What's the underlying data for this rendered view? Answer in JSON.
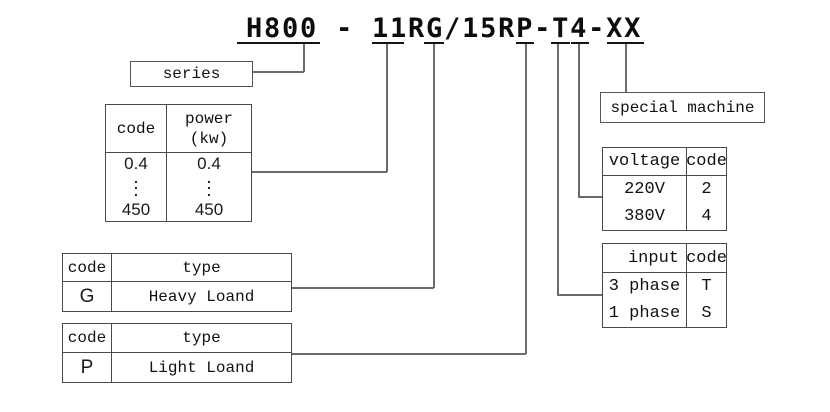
{
  "title": "H800 - 11RG/15RP-T4-XX",
  "series_box": {
    "label": "series"
  },
  "special_machine_box": {
    "label": "special machine"
  },
  "power_table": {
    "header_code": "code",
    "header_power_line1": "power",
    "header_power_line2": "(kw)",
    "code_min": "0.4",
    "code_max": "450",
    "power_min": "0.4",
    "power_max": "450",
    "dot": "."
  },
  "heavy_table": {
    "header_code": "code",
    "header_type": "type",
    "code": "G",
    "type": "Heavy Loand"
  },
  "light_table": {
    "header_code": "code",
    "header_type": "type",
    "code": "P",
    "type": "Light Loand"
  },
  "voltage_table": {
    "header_voltage": "voltage",
    "header_code": "code",
    "rows": [
      {
        "voltage": "220V",
        "code": "2"
      },
      {
        "voltage": "380V",
        "code": "4"
      }
    ]
  },
  "input_table": {
    "header_input": "input",
    "header_code": "code",
    "rows": [
      {
        "input": "3 phase",
        "code": "T"
      },
      {
        "input": "1 phase",
        "code": "S"
      }
    ]
  },
  "colors": {
    "leader_line": "#6b6b6b",
    "table_border": "#4a4a4a",
    "underline": "#151515",
    "text": "#111111",
    "background": "#ffffff"
  }
}
